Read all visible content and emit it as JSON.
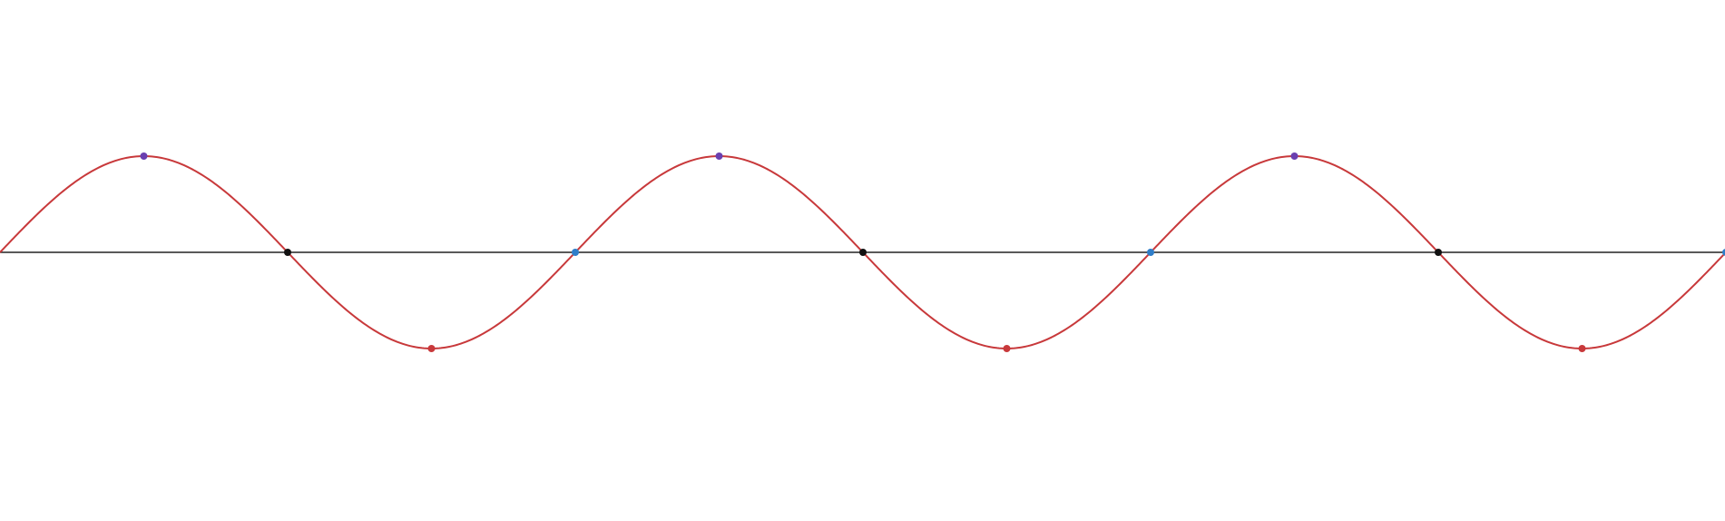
{
  "colors": {
    "background": "#ffffff",
    "axis": "#222222",
    "curve": "#c8393b",
    "maximum_point": "#6a3fb0",
    "minimum_point": "#c8393b",
    "descending_zero_point": "#111111",
    "ascending_zero_point": "#2f7ec9"
  },
  "chart_data": {
    "type": "line",
    "function": "sine",
    "cycles_visible": 3,
    "x_range_periods": [
      0,
      3
    ],
    "y_range": [
      -1,
      1
    ],
    "grid": false,
    "axis_labels": false,
    "marked_points": {
      "maxima_phase_periods": [
        0.25,
        1.25,
        2.25
      ],
      "minima_phase_periods": [
        0.75,
        1.75,
        2.75
      ],
      "descending_zeros_phase_periods": [
        0.5,
        1.5,
        2.5
      ],
      "ascending_zeros_phase_periods": [
        1,
        2,
        3
      ]
    }
  }
}
